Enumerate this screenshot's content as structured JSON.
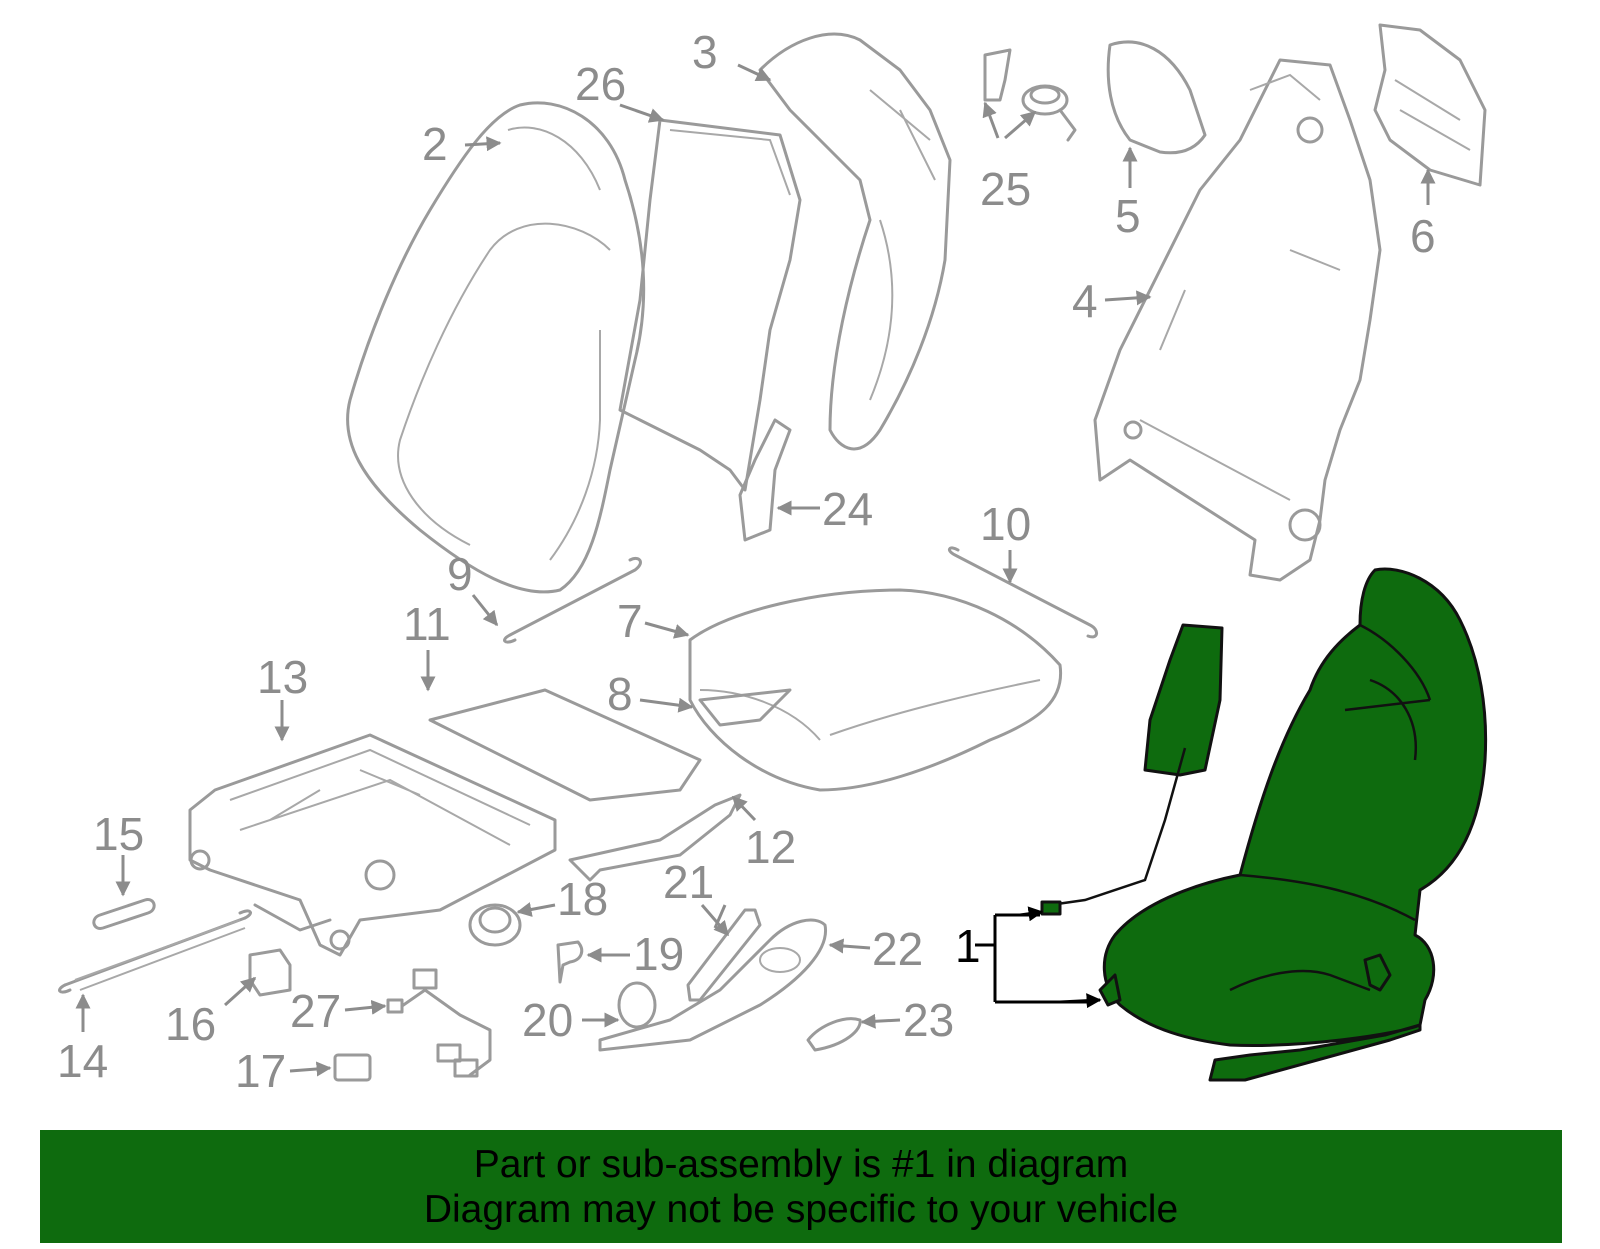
{
  "banner": {
    "line1": "Part or sub-assembly is #1 in diagram",
    "line2": "Diagram may not be specific to your vehicle"
  },
  "callouts": {
    "c1": "1",
    "c2": "2",
    "c3": "3",
    "c4": "4",
    "c5": "5",
    "c6": "6",
    "c7": "7",
    "c8": "8",
    "c9": "9",
    "c10": "10",
    "c11": "11",
    "c12": "12",
    "c13": "13",
    "c14": "14",
    "c15": "15",
    "c16": "16",
    "c17": "17",
    "c18": "18",
    "c19": "19",
    "c20": "20",
    "c21": "21",
    "c22": "22",
    "c23": "23",
    "c24": "24",
    "c25": "25",
    "c26": "26",
    "c27": "27"
  },
  "colors": {
    "highlight_green": "#0e6b0e",
    "line_gray": "#9a9a9a",
    "label_gray": "#8c8c8c"
  },
  "highlighted_part": "1"
}
